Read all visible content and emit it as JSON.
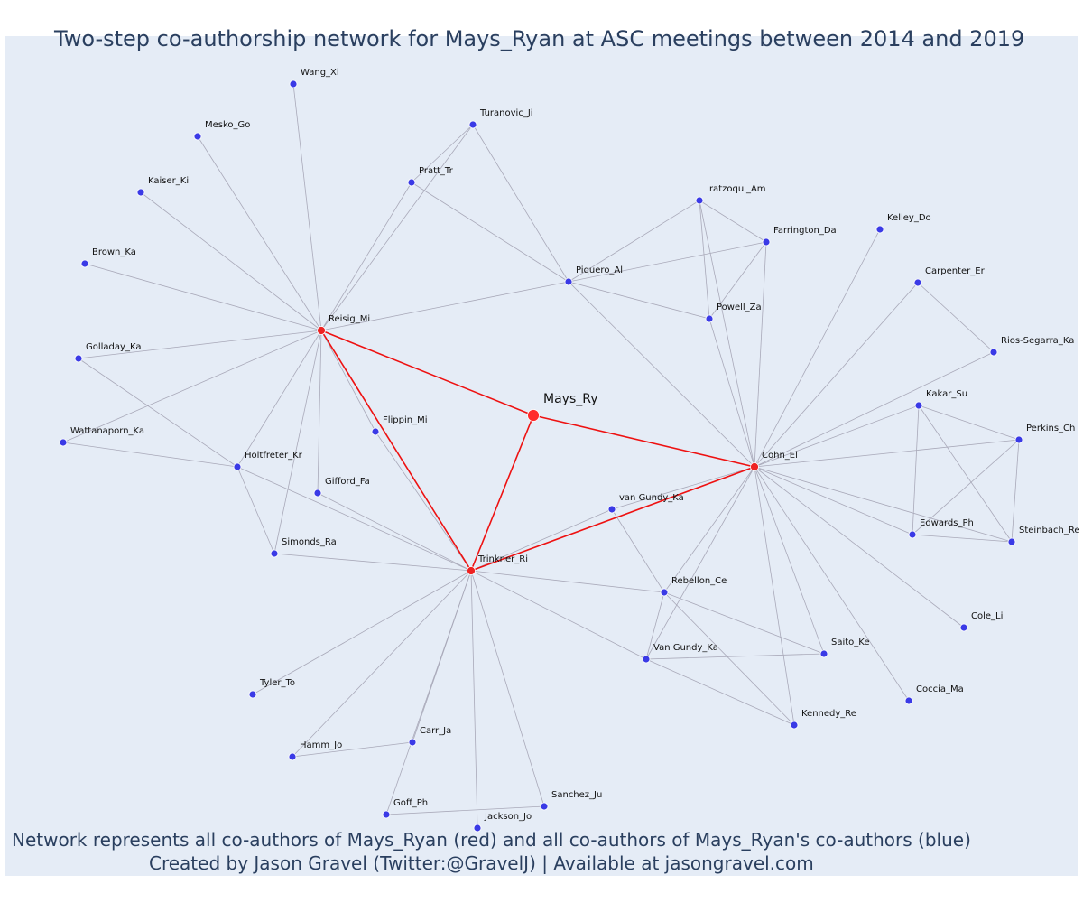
{
  "title": "Two-step co-authorship network for Mays_Ryan at ASC meetings between 2014 and 2019",
  "captions": [
    "Network represents all co-authors of Mays_Ryan (red) and all co-authors of Mays_Ryan's co-authors (blue)",
    "Created by Jason Gravel (Twitter:@GravelJ) | Available at jasongravel.com"
  ],
  "colors": {
    "background": "#e5ecf6",
    "ego_node": "#ff2b2b",
    "first_step_node": "#ee2222",
    "second_step_node": "#3a3ae6",
    "first_step_edge": "#ee1111",
    "second_step_edge": "#a9a9b9",
    "text": "#2a3f5f"
  },
  "nodes": [
    {
      "id": "Mays_Ry",
      "group": "ego"
    },
    {
      "id": "Reisig_Mi",
      "group": "coauthor"
    },
    {
      "id": "Cohn_El",
      "group": "coauthor"
    },
    {
      "id": "Trinkner_Ri",
      "group": "coauthor"
    },
    {
      "id": "Wang_Xi",
      "group": "second"
    },
    {
      "id": "Mesko_Go",
      "group": "second"
    },
    {
      "id": "Turanovic_Ji",
      "group": "second"
    },
    {
      "id": "Pratt_Tr",
      "group": "second"
    },
    {
      "id": "Kaiser_Ki",
      "group": "second"
    },
    {
      "id": "Iratzoqui_Am",
      "group": "second"
    },
    {
      "id": "Kelley_Do",
      "group": "second"
    },
    {
      "id": "Farrington_Da",
      "group": "second"
    },
    {
      "id": "Brown_Ka",
      "group": "second"
    },
    {
      "id": "Piquero_Al",
      "group": "second"
    },
    {
      "id": "Carpenter_Er",
      "group": "second"
    },
    {
      "id": "Powell_Za",
      "group": "second"
    },
    {
      "id": "Rios-Segarra_Ka",
      "group": "second"
    },
    {
      "id": "Golladay_Ka",
      "group": "second"
    },
    {
      "id": "Kakar_Su",
      "group": "second"
    },
    {
      "id": "Flippin_Mi",
      "group": "second"
    },
    {
      "id": "Perkins_Ch",
      "group": "second"
    },
    {
      "id": "Wattanaporn_Ka",
      "group": "second"
    },
    {
      "id": "Holtfreter_Kr",
      "group": "second"
    },
    {
      "id": "Gifford_Fa",
      "group": "second"
    },
    {
      "id": "van Gundy_Ka",
      "group": "second"
    },
    {
      "id": "Edwards_Ph",
      "group": "second"
    },
    {
      "id": "Steinbach_Re",
      "group": "second"
    },
    {
      "id": "Simonds_Ra",
      "group": "second"
    },
    {
      "id": "Rebellon_Ce",
      "group": "second"
    },
    {
      "id": "Cole_Li",
      "group": "second"
    },
    {
      "id": "Saito_Ke",
      "group": "second"
    },
    {
      "id": "Van Gundy_Ka",
      "group": "second"
    },
    {
      "id": "Tyler_To",
      "group": "second"
    },
    {
      "id": "Coccia_Ma",
      "group": "second"
    },
    {
      "id": "Kennedy_Re",
      "group": "second"
    },
    {
      "id": "Carr_Ja",
      "group": "second"
    },
    {
      "id": "Hamm_Jo",
      "group": "second"
    },
    {
      "id": "Sanchez_Ju",
      "group": "second"
    },
    {
      "id": "Goff_Ph",
      "group": "second"
    },
    {
      "id": "Jackson_Jo",
      "group": "second"
    }
  ],
  "edges": [
    [
      "Mays_Ry",
      "Reisig_Mi"
    ],
    [
      "Mays_Ry",
      "Cohn_El"
    ],
    [
      "Mays_Ry",
      "Trinkner_Ri"
    ],
    [
      "Reisig_Mi",
      "Trinkner_Ri"
    ],
    [
      "Cohn_El",
      "Trinkner_Ri"
    ],
    [
      "Reisig_Mi",
      "Wang_Xi"
    ],
    [
      "Reisig_Mi",
      "Mesko_Go"
    ],
    [
      "Reisig_Mi",
      "Turanovic_Ji"
    ],
    [
      "Reisig_Mi",
      "Pratt_Tr"
    ],
    [
      "Reisig_Mi",
      "Kaiser_Ki"
    ],
    [
      "Reisig_Mi",
      "Brown_Ka"
    ],
    [
      "Reisig_Mi",
      "Golladay_Ka"
    ],
    [
      "Reisig_Mi",
      "Wattanaporn_Ka"
    ],
    [
      "Reisig_Mi",
      "Holtfreter_Kr"
    ],
    [
      "Reisig_Mi",
      "Gifford_Fa"
    ],
    [
      "Reisig_Mi",
      "Simonds_Ra"
    ],
    [
      "Reisig_Mi",
      "Flippin_Mi"
    ],
    [
      "Reisig_Mi",
      "Piquero_Al"
    ],
    [
      "Turanovic_Ji",
      "Pratt_Tr"
    ],
    [
      "Turanovic_Ji",
      "Piquero_Al"
    ],
    [
      "Pratt_Tr",
      "Piquero_Al"
    ],
    [
      "Piquero_Al",
      "Iratzoqui_Am"
    ],
    [
      "Piquero_Al",
      "Farrington_Da"
    ],
    [
      "Piquero_Al",
      "Powell_Za"
    ],
    [
      "Piquero_Al",
      "Cohn_El"
    ],
    [
      "Iratzoqui_Am",
      "Farrington_Da"
    ],
    [
      "Iratzoqui_Am",
      "Powell_Za"
    ],
    [
      "Iratzoqui_Am",
      "Cohn_El"
    ],
    [
      "Farrington_Da",
      "Powell_Za"
    ],
    [
      "Farrington_Da",
      "Cohn_El"
    ],
    [
      "Powell_Za",
      "Cohn_El"
    ],
    [
      "Cohn_El",
      "Kelley_Do"
    ],
    [
      "Cohn_El",
      "Carpenter_Er"
    ],
    [
      "Carpenter_Er",
      "Rios-Segarra_Ka"
    ],
    [
      "Cohn_El",
      "Rios-Segarra_Ka"
    ],
    [
      "Cohn_El",
      "Kakar_Su"
    ],
    [
      "Cohn_El",
      "Perkins_Ch"
    ],
    [
      "Cohn_El",
      "Edwards_Ph"
    ],
    [
      "Cohn_El",
      "Steinbach_Re"
    ],
    [
      "Cohn_El",
      "Cole_Li"
    ],
    [
      "Cohn_El",
      "Coccia_Ma"
    ],
    [
      "Cohn_El",
      "Saito_Ke"
    ],
    [
      "Cohn_El",
      "Kennedy_Re"
    ],
    [
      "Cohn_El",
      "Rebellon_Ce"
    ],
    [
      "Cohn_El",
      "Van Gundy_Ka"
    ],
    [
      "Cohn_El",
      "van Gundy_Ka"
    ],
    [
      "Kakar_Su",
      "Perkins_Ch"
    ],
    [
      "Kakar_Su",
      "Edwards_Ph"
    ],
    [
      "Kakar_Su",
      "Steinbach_Re"
    ],
    [
      "Perkins_Ch",
      "Edwards_Ph"
    ],
    [
      "Perkins_Ch",
      "Steinbach_Re"
    ],
    [
      "Edwards_Ph",
      "Steinbach_Re"
    ],
    [
      "Golladay_Ka",
      "Holtfreter_Kr"
    ],
    [
      "Wattanaporn_Ka",
      "Holtfreter_Kr"
    ],
    [
      "Holtfreter_Kr",
      "Simonds_Ra"
    ],
    [
      "Holtfreter_Kr",
      "Trinkner_Ri"
    ],
    [
      "Trinkner_Ri",
      "Flippin_Mi"
    ],
    [
      "Trinkner_Ri",
      "Gifford_Fa"
    ],
    [
      "Trinkner_Ri",
      "Simonds_Ra"
    ],
    [
      "Trinkner_Ri",
      "van Gundy_Ka"
    ],
    [
      "Trinkner_Ri",
      "Rebellon_Ce"
    ],
    [
      "Trinkner_Ri",
      "Van Gundy_Ka"
    ],
    [
      "Trinkner_Ri",
      "Tyler_To"
    ],
    [
      "Trinkner_Ri",
      "Hamm_Jo"
    ],
    [
      "Trinkner_Ri",
      "Carr_Ja"
    ],
    [
      "Trinkner_Ri",
      "Goff_Ph"
    ],
    [
      "Trinkner_Ri",
      "Jackson_Jo"
    ],
    [
      "Trinkner_Ri",
      "Sanchez_Ju"
    ],
    [
      "van Gundy_Ka",
      "Rebellon_Ce"
    ],
    [
      "Rebellon_Ce",
      "Van Gundy_Ka"
    ],
    [
      "Rebellon_Ce",
      "Saito_Ke"
    ],
    [
      "Rebellon_Ce",
      "Kennedy_Re"
    ],
    [
      "Van Gundy_Ka",
      "Saito_Ke"
    ],
    [
      "Van Gundy_Ka",
      "Kennedy_Re"
    ],
    [
      "Hamm_Jo",
      "Carr_Ja"
    ],
    [
      "Goff_Ph",
      "Sanchez_Ju"
    ]
  ]
}
